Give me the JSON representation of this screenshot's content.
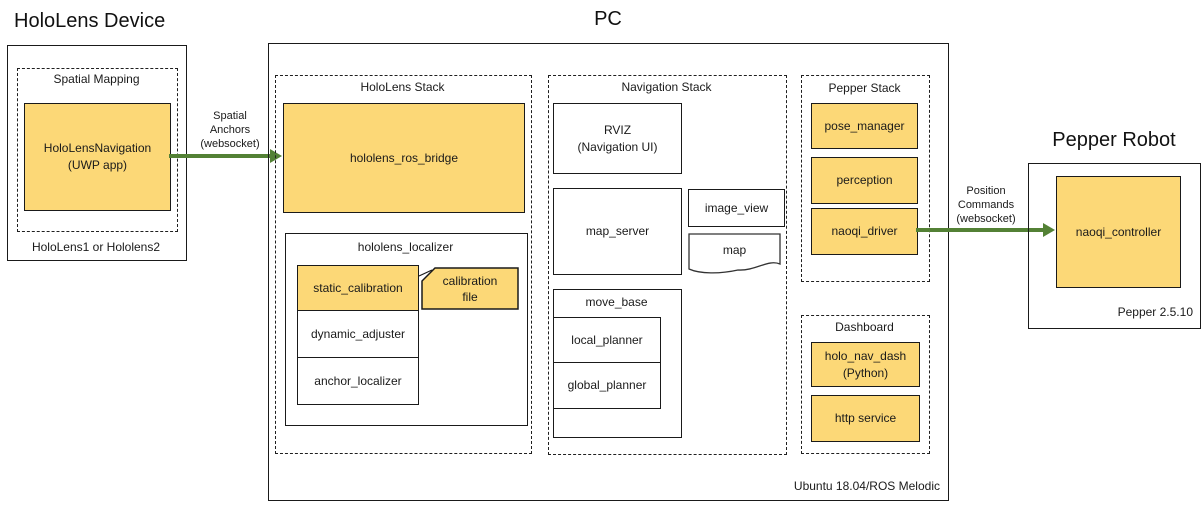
{
  "colors": {
    "node_fill": "#FCD877",
    "arrow_green": "#538135",
    "border": "#1a1a1a"
  },
  "hololens_device": {
    "title": "HoloLens Device",
    "spatial_mapping_label": "Spatial Mapping",
    "navigation_app": {
      "lines": [
        "HoloLensNavigation",
        "(UWP app)"
      ]
    },
    "footer": "HoloLens1 or Hololens2"
  },
  "spatial_anchors_arrow": {
    "lines": [
      "Spatial",
      "Anchors",
      "(websocket)"
    ]
  },
  "pc": {
    "title": "PC",
    "footer": "Ubuntu 18.04/ROS Melodic",
    "hololens_stack": {
      "label": "HoloLens Stack",
      "ros_bridge": "hololens_ros_bridge",
      "localizer": {
        "label": "hololens_localizer",
        "static_calibration": "static_calibration",
        "dynamic_adjuster": "dynamic_adjuster",
        "anchor_localizer": "anchor_localizer",
        "calibration_file": {
          "lines": [
            "calibration",
            "file"
          ]
        }
      }
    },
    "navigation_stack": {
      "label": "Navigation Stack",
      "rviz": {
        "lines": [
          "RVIZ",
          "(Navigation UI)"
        ]
      },
      "map_server": "map_server",
      "image_view": "image_view",
      "map": "map",
      "move_base": {
        "label": "move_base",
        "local_planner": "local_planner",
        "global_planner": "global_planner"
      }
    },
    "pepper_stack": {
      "label": "Pepper Stack",
      "pose_manager": "pose_manager",
      "perception": "perception",
      "naoqi_driver": "naoqi_driver"
    },
    "dashboard": {
      "label": "Dashboard",
      "holo_nav_dash": {
        "lines": [
          "holo_nav_dash",
          "(Python)"
        ]
      },
      "http_service": "http service"
    }
  },
  "position_commands_arrow": {
    "lines": [
      "Position",
      "Commands",
      "(websocket)"
    ]
  },
  "pepper_robot": {
    "title": "Pepper Robot",
    "naoqi_controller": "naoqi_controller",
    "footer": "Pepper 2.5.10"
  }
}
